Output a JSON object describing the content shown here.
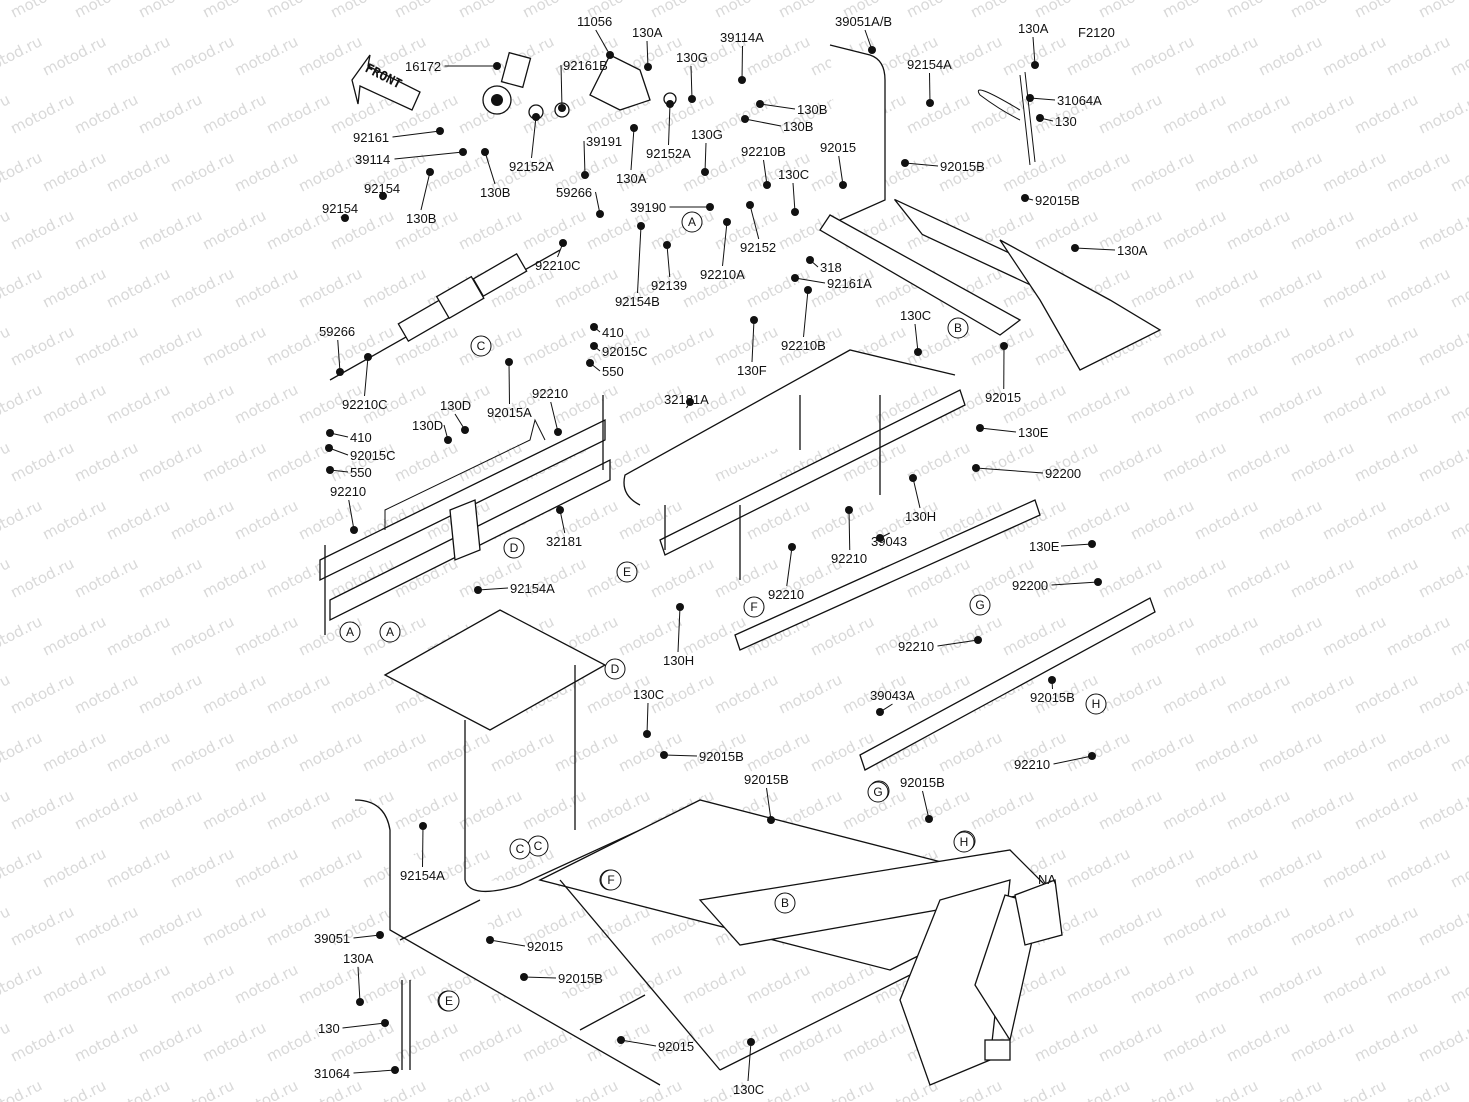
{
  "diagram": {
    "figure_code": "F2120",
    "watermark": "motod.ru",
    "front_arrow_label": "FRONT",
    "assembly_note": "NA",
    "part_labels": [
      "16172",
      "11056",
      "130A",
      "130G",
      "39114A",
      "92161B",
      "92152A",
      "92152A",
      "130A",
      "130B",
      "130B",
      "92161",
      "39114",
      "130B",
      "130B",
      "92154",
      "92154",
      "39191",
      "59266",
      "92210C",
      "59266",
      "92210C",
      "410",
      "92015C",
      "550",
      "92015A",
      "92210",
      "130D",
      "130D",
      "410",
      "92015C",
      "550",
      "92210",
      "32181",
      "92154A",
      "39190",
      "92139",
      "92154B",
      "92210A",
      "92152",
      "130G",
      "92210B",
      "130C",
      "318",
      "92161A",
      "92210B",
      "130F",
      "39051A/B",
      "92154A",
      "92015",
      "92015B",
      "130A",
      "31064A",
      "130",
      "92015B",
      "130A",
      "130C",
      "92015",
      "32181A",
      "130E",
      "92200",
      "130H",
      "92210",
      "39043",
      "92210",
      "130H",
      "130E",
      "92200",
      "92210",
      "39043A",
      "92015B",
      "92210",
      "130C",
      "92015B",
      "92015B",
      "92015B",
      "92154A",
      "39051",
      "92015",
      "130A",
      "92015B",
      "130",
      "92015",
      "31064",
      "130C"
    ],
    "reference_markers": [
      "A",
      "A",
      "A",
      "B",
      "B",
      "C",
      "C",
      "C",
      "D",
      "D",
      "E",
      "E",
      "E",
      "F",
      "F",
      "F",
      "G",
      "G",
      "G",
      "H",
      "H",
      "H"
    ]
  }
}
